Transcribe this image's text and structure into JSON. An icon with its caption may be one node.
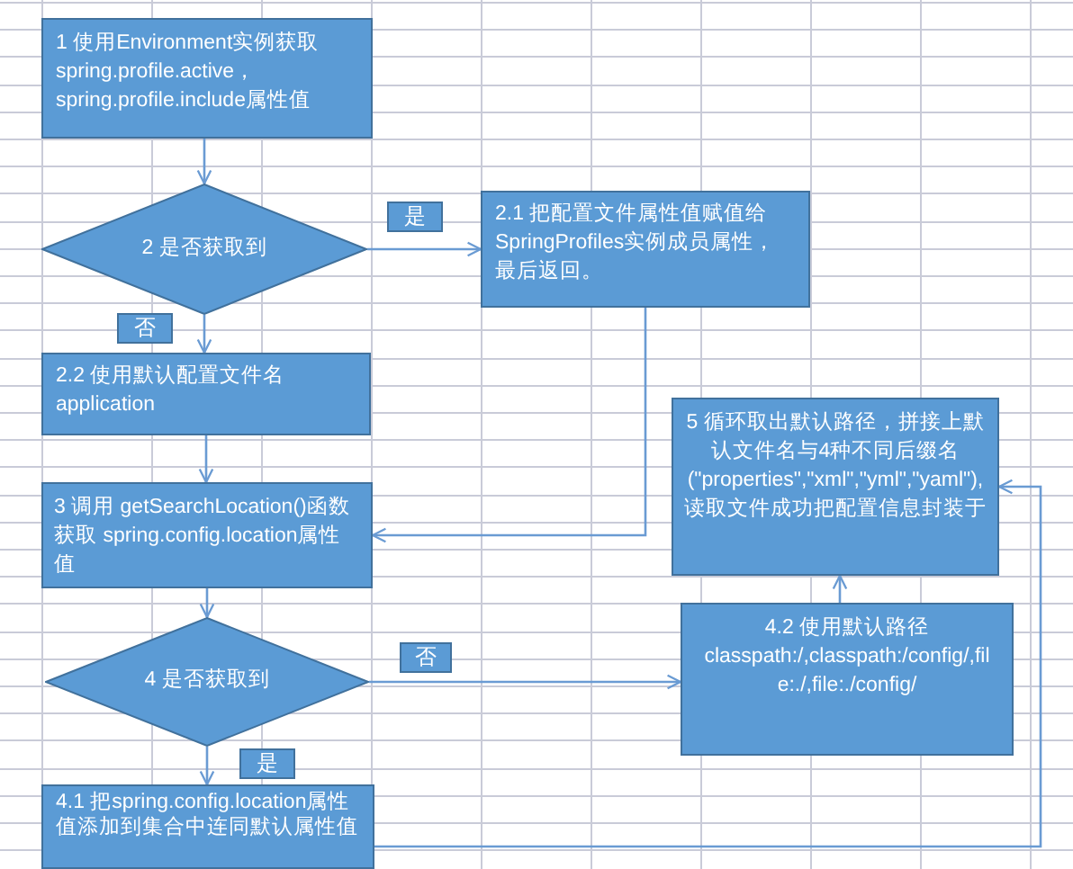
{
  "diagram": {
    "nodes": [
      {
        "text": [
          "1 使用Environment实例获取spring.profile.active，spring.profile.include属性值"
        ]
      },
      {
        "text": [
          "2 是否获取到"
        ]
      },
      {
        "text": [
          "2.1 把配置文件属性值赋值给SpringProfiles实例成员属性，最后返回。"
        ]
      },
      {
        "text": [
          "2.2 使用默认配置文件名application"
        ]
      },
      {
        "text": [
          "3 调用 getSearchLocation()函数获取 spring.config.location属性值"
        ]
      },
      {
        "text": [
          "4 是否获取到"
        ]
      },
      {
        "text": [
          "4.1 把spring.config.location属性值添加到集合中连同默认属性值"
        ]
      },
      {
        "text": [
          "4.2 使用默认路径",
          "classpath:/,classpath:/config/,file:./,file:./config/"
        ]
      },
      {
        "text": [
          "5 循环取出默认路径，拼接上默认文件名与4种不同后缀名(\"properties\",\"xml\",\"yml\",\"yaml\"),读取文件成功把配置信息封装于"
        ]
      }
    ],
    "edges": [
      {
        "from": 0,
        "to": 1,
        "arrow": "to"
      },
      {
        "from": 1,
        "to": 2,
        "arrow": "to",
        "label": "是"
      },
      {
        "from": 1,
        "to": 3,
        "arrow": "to",
        "label": "否"
      },
      {
        "from": 3,
        "to": 4,
        "arrow": "to"
      },
      {
        "from": 2,
        "to": 4,
        "arrow": "to"
      },
      {
        "from": 4,
        "to": 5,
        "arrow": "to"
      },
      {
        "from": 5,
        "to": 6,
        "arrow": "to",
        "label": "是"
      },
      {
        "from": 5,
        "to": 7,
        "arrow": "to",
        "label": "否"
      },
      {
        "from": 7,
        "to": 8,
        "arrow": "to"
      },
      {
        "from": 6,
        "to": 8,
        "arrow": "to"
      }
    ]
  }
}
